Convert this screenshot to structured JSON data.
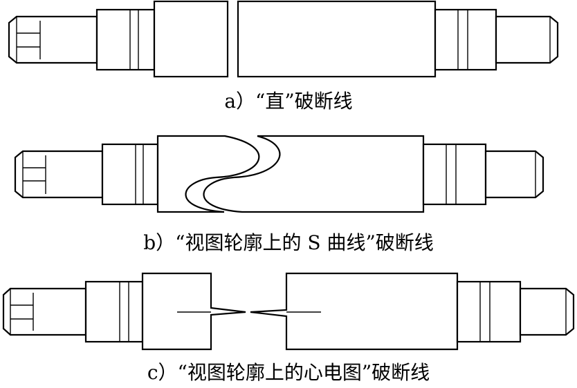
{
  "captions": {
    "a": "a）“直”破断线",
    "b": "b）“视图轮廓上的 S 曲线”破断线",
    "c": "c）“视图轮廓上的心电图”破断线"
  }
}
